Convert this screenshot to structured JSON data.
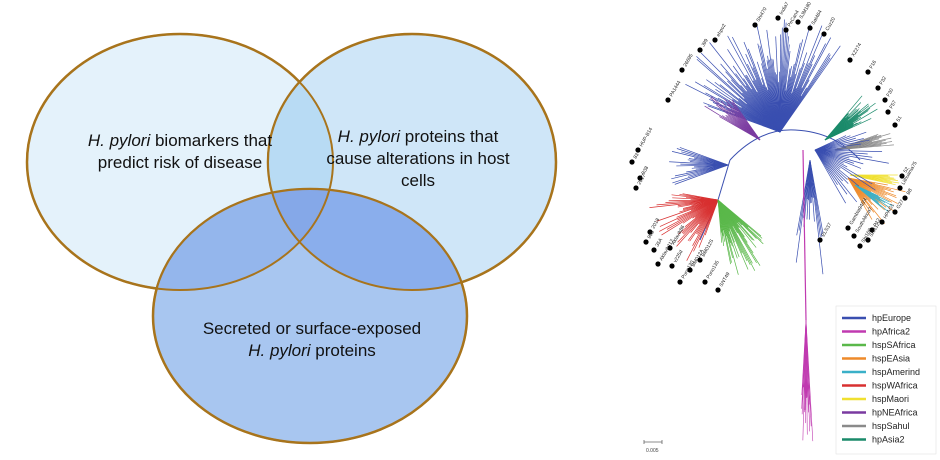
{
  "venn": {
    "circles": [
      {
        "id": "biomarkers",
        "lines": [
          [
            {
              "t": "H. pylori",
              "i": true
            },
            {
              "t": " biomarkers that",
              "i": false
            }
          ],
          [
            {
              "t": "predict risk of disease",
              "i": false
            }
          ]
        ],
        "fill": "#e4f2fb"
      },
      {
        "id": "host-alterations",
        "lines": [
          [
            {
              "t": "H. pylori",
              "i": true
            },
            {
              "t": " proteins that",
              "i": false
            }
          ],
          [
            {
              "t": "cause alterations in host",
              "i": false
            }
          ],
          [
            {
              "t": "cells",
              "i": false
            }
          ]
        ],
        "fill": "#cfe6f8"
      },
      {
        "id": "secreted",
        "lines": [
          [
            {
              "t": "Secreted or surface-exposed",
              "i": false
            }
          ],
          [
            {
              "t": "H. pylori",
              "i": true
            },
            {
              "t": " proteins",
              "i": false
            }
          ]
        ],
        "fill": "#a8c6f0"
      }
    ],
    "stroke_color": "#a8741c"
  },
  "tree": {
    "legend": [
      {
        "label": "hpEurope",
        "color": "#3a4fb0"
      },
      {
        "label": "hpAfrica2",
        "color": "#c03ab0"
      },
      {
        "label": "hspSAfrica",
        "color": "#5ab84a"
      },
      {
        "label": "hspEAsia",
        "color": "#ee8a2a"
      },
      {
        "label": "hspAmerind",
        "color": "#3ab0c8"
      },
      {
        "label": "hspWAfrica",
        "color": "#d83030"
      },
      {
        "label": "hspMaori",
        "color": "#f0e030"
      },
      {
        "label": "hpNEAfrica",
        "color": "#7a3aa0"
      },
      {
        "label": "hspSahul",
        "color": "#8a8a8a"
      },
      {
        "label": "hpAsia2",
        "color": "#1a8a6a"
      }
    ],
    "scale_label": "0.005",
    "leaf_labels": [
      "PA1444",
      "26695",
      "J99",
      "ehpo2",
      "Shi470",
      "India7",
      "PeCan4",
      "SJM180",
      "Sat464",
      "Cuz20",
      "XZ274",
      "F16",
      "F32",
      "F30",
      "F57",
      "51",
      "52",
      "Lithuania75",
      "B8",
      "G27",
      "HPAG1",
      "P12",
      "Shi112",
      "Shi169",
      "SouthAfrica7",
      "Gambia94/24",
      "ELS37",
      "HUP-B14",
      "83",
      "B38",
      "2017",
      "2018",
      "908",
      "35A",
      "v225d",
      "Puno120",
      "Puno135",
      "SNT49",
      "Aklavik86",
      "Aklavik117",
      "BM012A",
      "BM012S"
    ]
  }
}
